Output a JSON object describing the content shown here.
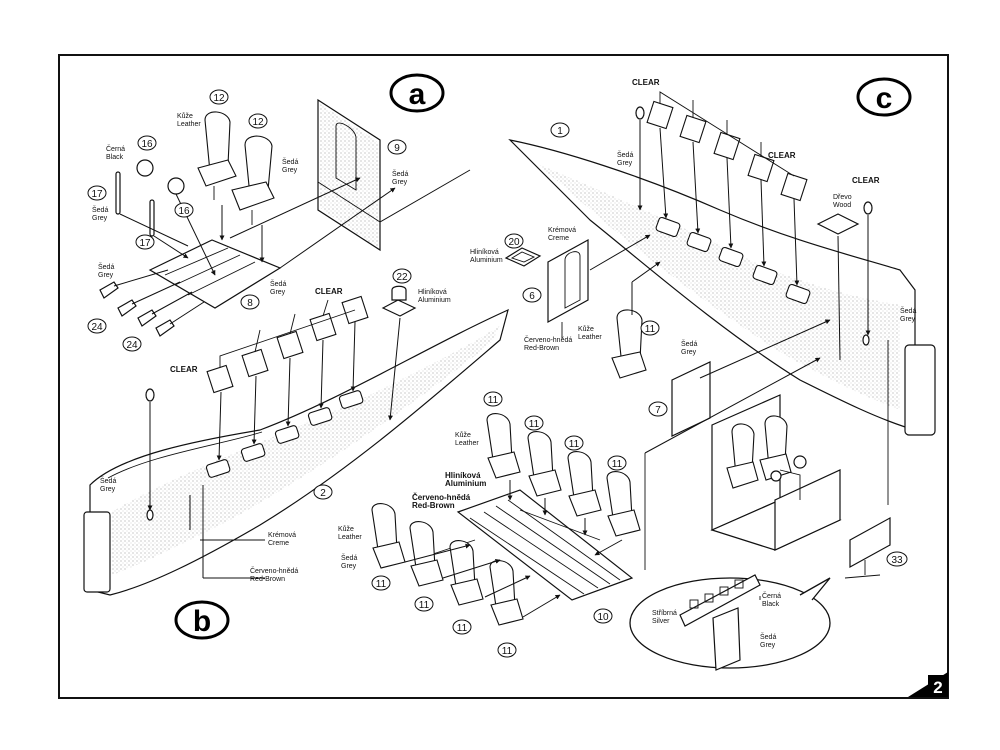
{
  "sections": [
    {
      "letter": "a"
    },
    {
      "letter": "b"
    },
    {
      "letter": "c"
    }
  ],
  "labels": {
    "cerna_black": [
      "Černá",
      "Black"
    ],
    "kuze_leather": [
      "Kůže",
      "Leather"
    ],
    "seda_grey": [
      "Šedá",
      "Grey"
    ],
    "clear": "CLEAR",
    "hlinikova": [
      "Hliníková",
      "Aluminium"
    ],
    "kremova": [
      "Krémová",
      "Creme"
    ],
    "cerveno": [
      "Červeno-hnědá",
      "Red-Brown"
    ],
    "drevo": [
      "Dřevo",
      "Wood"
    ],
    "stribrna": [
      "Stříbrná",
      "Silver"
    ]
  },
  "part_numbers": [
    "1",
    "2",
    "6",
    "7",
    "8",
    "9",
    "10",
    "11",
    "12",
    "16",
    "17",
    "20",
    "22",
    "24",
    "33"
  ],
  "page_number": "2"
}
